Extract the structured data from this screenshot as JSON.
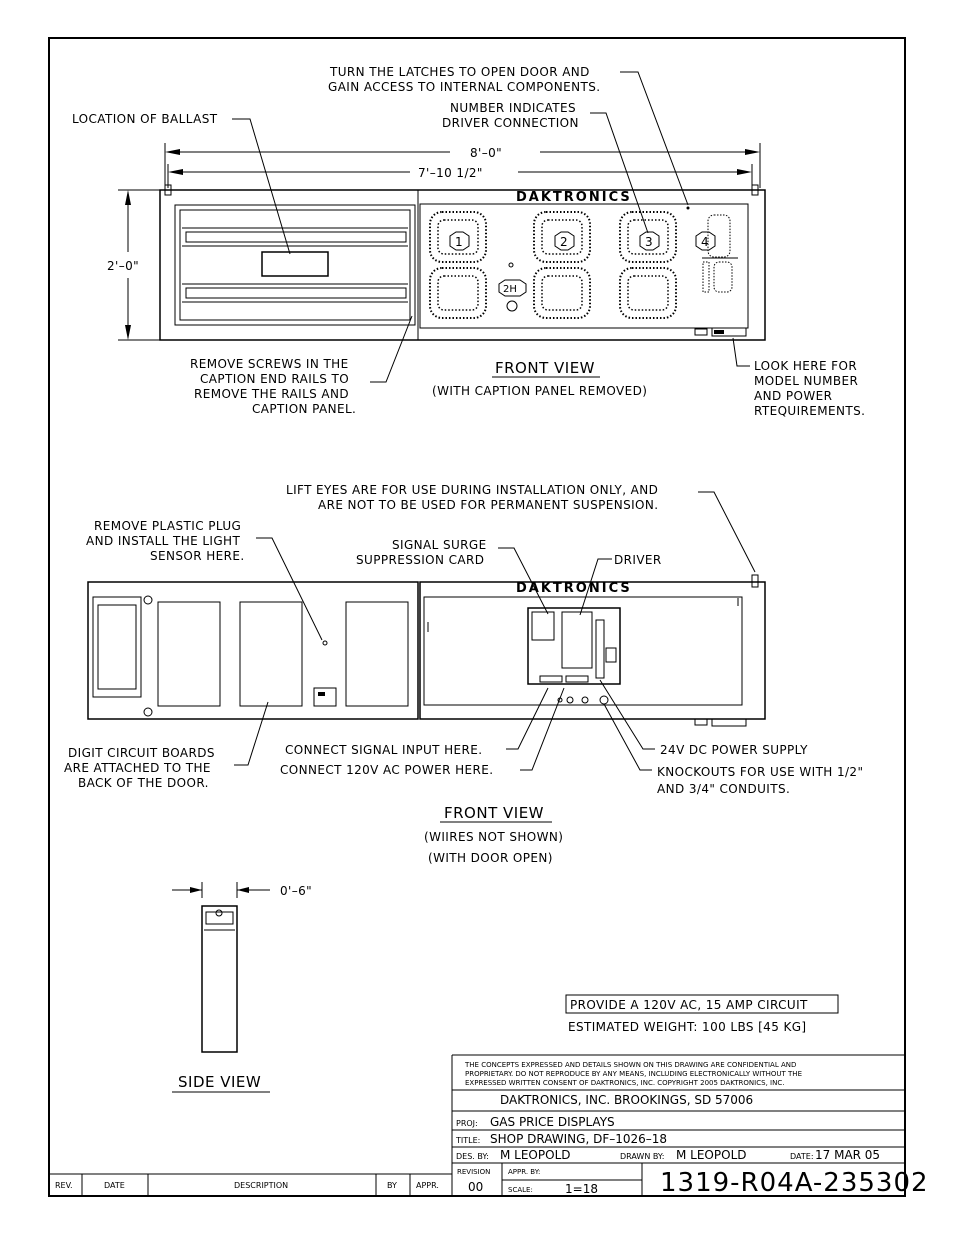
{
  "front_view_top": {
    "brand": "DAKTRONICS",
    "dim_overall": "8'–0\"",
    "dim_inner": "7'–10 1/2\"",
    "dim_height": "2'–0\"",
    "digit_numbers": [
      "1",
      "2",
      "3",
      "4"
    ],
    "decimal_label": "2H",
    "note_latches": [
      "TURN THE LATCHES TO OPEN DOOR AND",
      "GAIN ACCESS TO INTERNAL COMPONENTS."
    ],
    "note_number": [
      "NUMBER INDICATES",
      "DRIVER CONNECTION"
    ],
    "note_ballast": "LOCATION OF BALLAST",
    "note_screws": [
      "REMOVE SCREWS IN THE",
      "CAPTION END RAILS TO",
      "REMOVE THE RAILS AND",
      "CAPTION PANEL."
    ],
    "note_look": [
      "LOOK HERE FOR",
      "MODEL NUMBER",
      "AND POWER",
      "RTEQUIREMENTS."
    ],
    "title": "FRONT VIEW",
    "subtitle": "(WITH CAPTION PANEL REMOVED)"
  },
  "front_view_bottom": {
    "brand": "DAKTRONICS",
    "note_lift": [
      "LIFT EYES ARE FOR USE DURING INSTALLATION ONLY, AND",
      "ARE NOT TO BE USED FOR PERMANENT SUSPENSION."
    ],
    "note_plug": [
      "REMOVE PLASTIC PLUG",
      "AND INSTALL THE LIGHT",
      "SENSOR HERE."
    ],
    "note_surge": [
      "SIGNAL SURGE",
      "SUPPRESSION CARD"
    ],
    "note_driver": "DRIVER",
    "note_digit": [
      "DIGIT CIRCUIT BOARDS",
      "ARE ATTACHED TO THE",
      "BACK OF THE DOOR."
    ],
    "note_signal": "CONNECT SIGNAL INPUT HERE.",
    "note_power": "CONNECT 120V AC POWER HERE.",
    "note_supply": "24V DC POWER SUPPLY",
    "note_knock": [
      "KNOCKOUTS FOR USE WITH 1/2\"",
      "AND 3/4\" CONDUITS."
    ],
    "title": "FRONT VIEW",
    "subtitle1": "(WIIRES NOT SHOWN)",
    "subtitle2": "(WITH DOOR OPEN)"
  },
  "side_view": {
    "dim_depth": "0'–6\"",
    "title": "SIDE VIEW"
  },
  "notes": {
    "circuit": "PROVIDE A 120V AC, 15 AMP CIRCUIT",
    "weight": "ESTIMATED WEIGHT: 100 LBS [45 KG]"
  },
  "title_block": {
    "confidential": [
      "THE CONCEPTS EXPRESSED AND DETAILS SHOWN ON THIS DRAWING ARE CONFIDENTIAL AND",
      "PROPRIETARY.  DO NOT REPRODUCE BY ANY MEANS, INCLUDING ELECTRONICALLY WITHOUT THE",
      "EXPRESSED WRITTEN CONSENT OF DAKTRONICS, INC.          COPYRIGHT 2005 DAKTRONICS, INC."
    ],
    "company": "DAKTRONICS, INC.   BROOKINGS, SD 57006",
    "proj_label": "PROJ:",
    "proj_value": "GAS PRICE DISPLAYS",
    "title_label": "TITLE:",
    "title_value": "SHOP DRAWING, DF–1026–18",
    "des_label": "DES. BY:",
    "des_value": "M LEOPOLD",
    "drawn_label": "DRAWN BY:",
    "drawn_value": "M LEOPOLD",
    "date_label": "DATE:",
    "date_value": "17 MAR 05",
    "revision_label": "REVISION",
    "revision_value": "00",
    "appr_label": "APPR. BY:",
    "scale_label": "SCALE:",
    "scale_value": "1=18",
    "drawing_number": "1319-R04A-235302"
  },
  "revision_table": {
    "headers": [
      "REV.",
      "DATE",
      "DESCRIPTION",
      "BY",
      "APPR."
    ]
  }
}
